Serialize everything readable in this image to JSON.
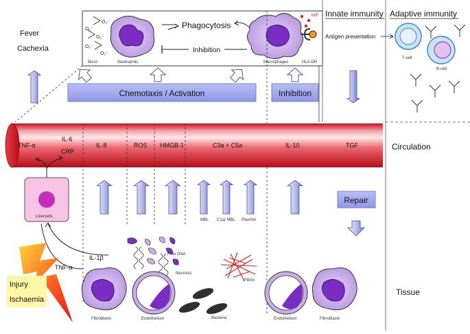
{
  "sections": {
    "innate": "Innate immunity",
    "adaptive": "Adaptive immunity",
    "circulation": "Circulation",
    "tissue": "Tissue"
  },
  "symptoms": {
    "fever": "Fever",
    "cachexia": "Cachexia"
  },
  "top_box": {
    "phagocytosis": "Phagocytosis",
    "inhibition": "Inhibition",
    "o2_labels": [
      "O₂⁻",
      "O₂⁻",
      "O₂⁻",
      "O₂⁻",
      "O₂⁻"
    ],
    "burst": "Burst",
    "neutrophils": "Neutrophils",
    "macrophages": "Macrophages",
    "hladr": "HLA-DR",
    "mif": "MIF"
  },
  "antigen": "Antigen presentation",
  "tcell": "T-cell",
  "bcell": "B-cell",
  "chemotaxis": "Chemotaxis / Activation",
  "inhibition_box": "Inhibition",
  "vessel": {
    "tnf": "TNF-α",
    "il6": "IL-6",
    "crp": "CRP",
    "segments": [
      "IL-8",
      "ROS",
      "HMGB-1",
      "C3a + C5a",
      "IL-10",
      "TGF"
    ]
  },
  "complement": [
    "MBL",
    "C1q/ MBL",
    "Plasmin"
  ],
  "repair": "Repair",
  "liver": "Livercells",
  "il1b": "IL-1β",
  "tnf_tissue": "TNF-α",
  "injury": [
    "Injury",
    "Ischaemia"
  ],
  "freedna": "Free DNA",
  "necrosis": "Necrosis",
  "fibrin": "Fibrin",
  "bacteria": "Bacteria",
  "fibroblasts": "Fibroblasts",
  "endothelium": "Endothelium",
  "fibroblasts2": "Fibroblasts",
  "endothelium2": "Endothelium",
  "colors": {
    "cell_light": "#c9aee6",
    "cell_dark": "#7b2cc4",
    "arrow": "#9fa8dc",
    "band": "#a9aff0",
    "vessel": "#e2202c",
    "liver": "#f7c3e6",
    "nucleus": "#c42fb6",
    "injury": "#ff4e1f"
  }
}
